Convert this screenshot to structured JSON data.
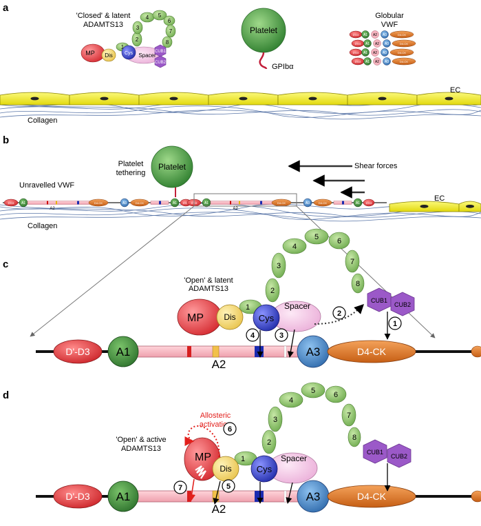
{
  "panels": {
    "a": "a",
    "b": "b",
    "c": "c",
    "d": "d"
  },
  "colors": {
    "mp": "#e8474c",
    "dis": "#f3d66a",
    "tsp": "#8cc26a",
    "cys": "#3a45c8",
    "spacer": "#f3c9e6",
    "cub": "#9b59c8",
    "platelet": "#4fa04f",
    "ec": "#f2ee1e",
    "collagen": "#5a76a8",
    "d4ck": "#e07a2c",
    "a3": "#3b7fc4",
    "a1": "#3e8f3e",
    "dd3": "#e2373b",
    "a2": "#f4b3be",
    "arrow_red": "#e2201c"
  },
  "panel_a": {
    "closed_title_1": "'Closed' & latent",
    "closed_title_2": "ADAMTS13",
    "mp": "MP",
    "dis": "Dis",
    "spacer": "Spacer",
    "cys": "Cys",
    "tsp": [
      "1",
      "2",
      "3",
      "4",
      "5",
      "6",
      "7",
      "8"
    ],
    "cub1": "CUB1",
    "cub2": "CUB2",
    "platelet": "Platelet",
    "gp": "GPIbα",
    "globular_1": "Globular",
    "globular_2": "VWF",
    "vwf_mini": {
      "dd3": "D'D3",
      "a1": "A1",
      "a2": "A2",
      "a3": "A3",
      "d4ck": "D4-CK"
    },
    "ec": "EC",
    "collagen": "Collagen"
  },
  "panel_b": {
    "platelet": "Platelet",
    "tether_1": "Platelet",
    "tether_2": "tethering",
    "shear": "Shear forces",
    "unravelled": "Unravelled VWF",
    "ec": "EC",
    "collagen": "Collagen",
    "mini": {
      "dd3": "D'D3",
      "a1": "A1",
      "a2": "A2",
      "a3": "A3",
      "d4ck": "D4-CK"
    }
  },
  "panel_c": {
    "title_1": "'Open' & latent",
    "title_2": "ADAMTS13",
    "mp": "MP",
    "dis": "Dis",
    "spacer": "Spacer",
    "cys": "Cys",
    "tsp": [
      "1",
      "2",
      "3",
      "4",
      "5",
      "6",
      "7",
      "8"
    ],
    "cub1": "CUB1",
    "cub2": "CUB2",
    "dd3": "D'-D3",
    "a1": "A1",
    "a2": "A2",
    "a3": "A3",
    "d4ck": "D4-CK",
    "steps": [
      "1",
      "2",
      "3",
      "4"
    ]
  },
  "panel_d": {
    "title_1": "'Open' & active",
    "title_2": "ADAMTS13",
    "allo_1": "Allosteric",
    "allo_2": "activation",
    "mp": "MP",
    "dis": "Dis",
    "spacer": "Spacer",
    "cys": "Cys",
    "tsp": [
      "1",
      "2",
      "3",
      "4",
      "5",
      "6",
      "7",
      "8"
    ],
    "cub1": "CUB1",
    "cub2": "CUB2",
    "dd3": "D'-D3",
    "a1": "A1",
    "a2": "A2",
    "a3": "A3",
    "d4ck": "D4-CK",
    "steps": [
      "5",
      "6",
      "7"
    ]
  }
}
